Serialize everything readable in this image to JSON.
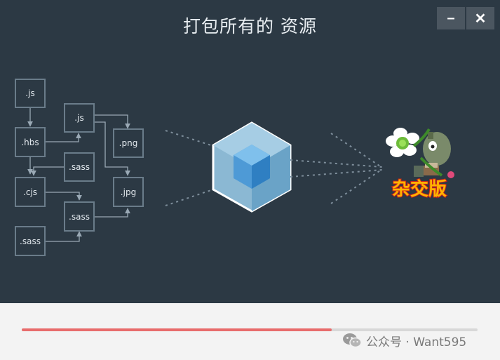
{
  "window": {
    "title": "打包所有的 资源",
    "minimize_glyph": "–",
    "close_glyph": "✕"
  },
  "diagram": {
    "files": [
      ".js",
      ".hbs",
      ".js",
      ".png",
      ".sass",
      ".cjs",
      ".jpg",
      ".sass",
      ".sass"
    ],
    "center_icon": "webpack-cube-icon",
    "output_logo": {
      "icon": "plants-vs-zombies-hybrid-logo-icon",
      "text": "杂交版"
    },
    "colors": {
      "background": "#2c3944",
      "box_border": "#6a7c8a",
      "cube_light": "#8ed6fb",
      "cube_dark": "#1c78c0"
    }
  },
  "progress": {
    "value_fraction": 0.68,
    "fill_color": "#e86c6c"
  },
  "watermark": {
    "icon": "wechat-icon",
    "text": "公众号 · Want595"
  }
}
